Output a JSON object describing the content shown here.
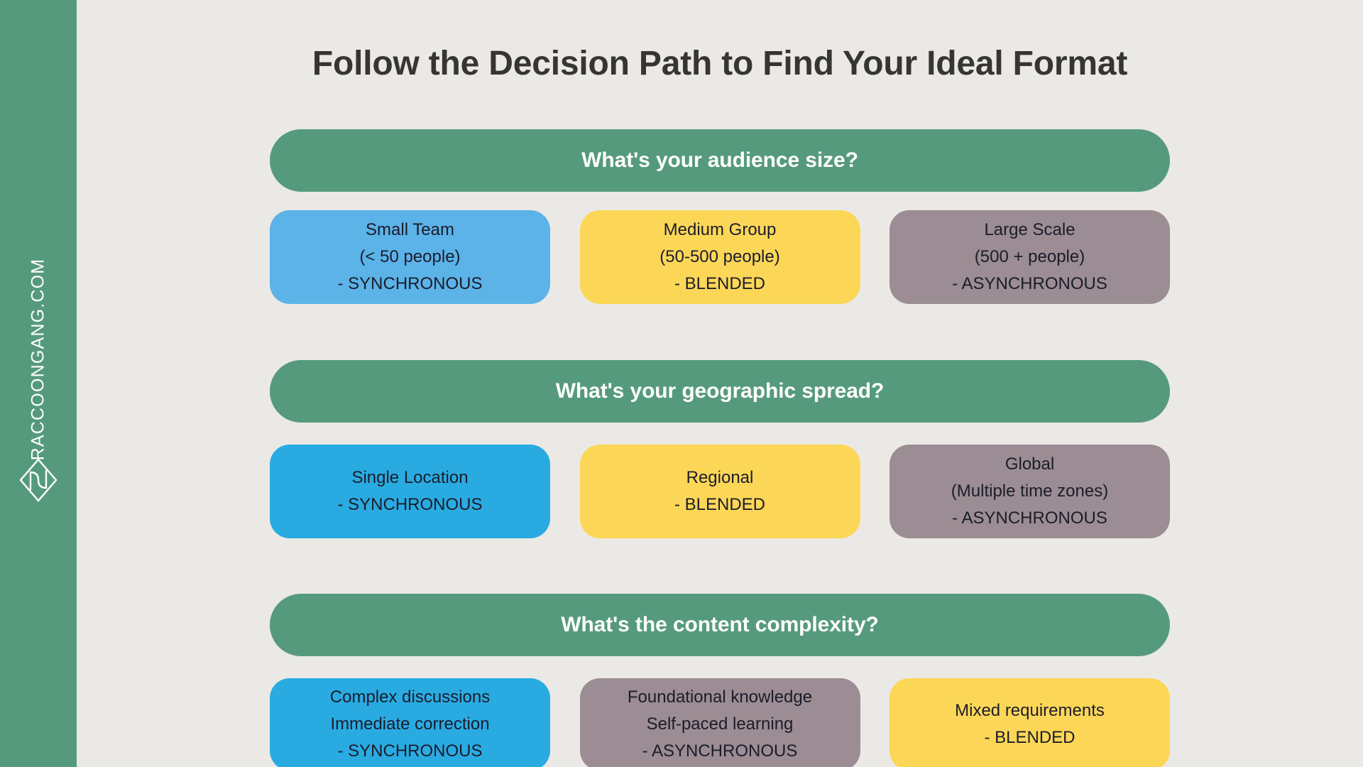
{
  "brand": {
    "rail_text": "RACCOONGANG.COM",
    "logo_icon": "diamond-logo-icon",
    "rail_color": "#569a7d"
  },
  "page": {
    "title": "Follow the Decision Path to Find Your Ideal Format",
    "background": "#ebe9e5",
    "title_color": "#363532"
  },
  "colors": {
    "green": "#569a7d",
    "blue_light": "#5bb3e8",
    "blue_strong": "#29abe2",
    "yellow": "#fcd757",
    "mauve": "#9b8d93",
    "card_text": "#1c1c2b"
  },
  "flow": {
    "steps": [
      {
        "question": "What's your audience size?",
        "options": [
          {
            "color_key": "blue_light",
            "lines": [
              "Small Team",
              "(< 50 people)",
              "- SYNCHRONOUS"
            ],
            "mode": "SYNCHRONOUS"
          },
          {
            "color_key": "yellow",
            "lines": [
              "Medium Group",
              "(50-500 people)",
              "- BLENDED"
            ],
            "mode": "BLENDED"
          },
          {
            "color_key": "mauve",
            "lines": [
              "Large Scale",
              "(500 + people)",
              "- ASYNCHRONOUS"
            ],
            "mode": "ASYNCHRONOUS"
          }
        ]
      },
      {
        "question": "What's your geographic spread?",
        "options": [
          {
            "color_key": "blue_strong",
            "lines": [
              "Single Location",
              "- SYNCHRONOUS"
            ],
            "mode": "SYNCHRONOUS"
          },
          {
            "color_key": "yellow",
            "lines": [
              "Regional",
              "- BLENDED"
            ],
            "mode": "BLENDED"
          },
          {
            "color_key": "mauve",
            "lines": [
              "Global",
              "(Multiple time zones)",
              "- ASYNCHRONOUS"
            ],
            "mode": "ASYNCHRONOUS"
          }
        ]
      },
      {
        "question": "What's the content complexity?",
        "options": [
          {
            "color_key": "blue_strong",
            "lines": [
              "Complex discussions",
              "Immediate correction",
              "- SYNCHRONOUS"
            ],
            "mode": "SYNCHRONOUS"
          },
          {
            "color_key": "mauve",
            "lines": [
              "Foundational knowledge",
              "Self-paced learning",
              "- ASYNCHRONOUS"
            ],
            "mode": "ASYNCHRONOUS"
          },
          {
            "color_key": "yellow",
            "lines": [
              "Mixed requirements",
              "- BLENDED"
            ],
            "mode": "BLENDED"
          }
        ]
      }
    ]
  }
}
